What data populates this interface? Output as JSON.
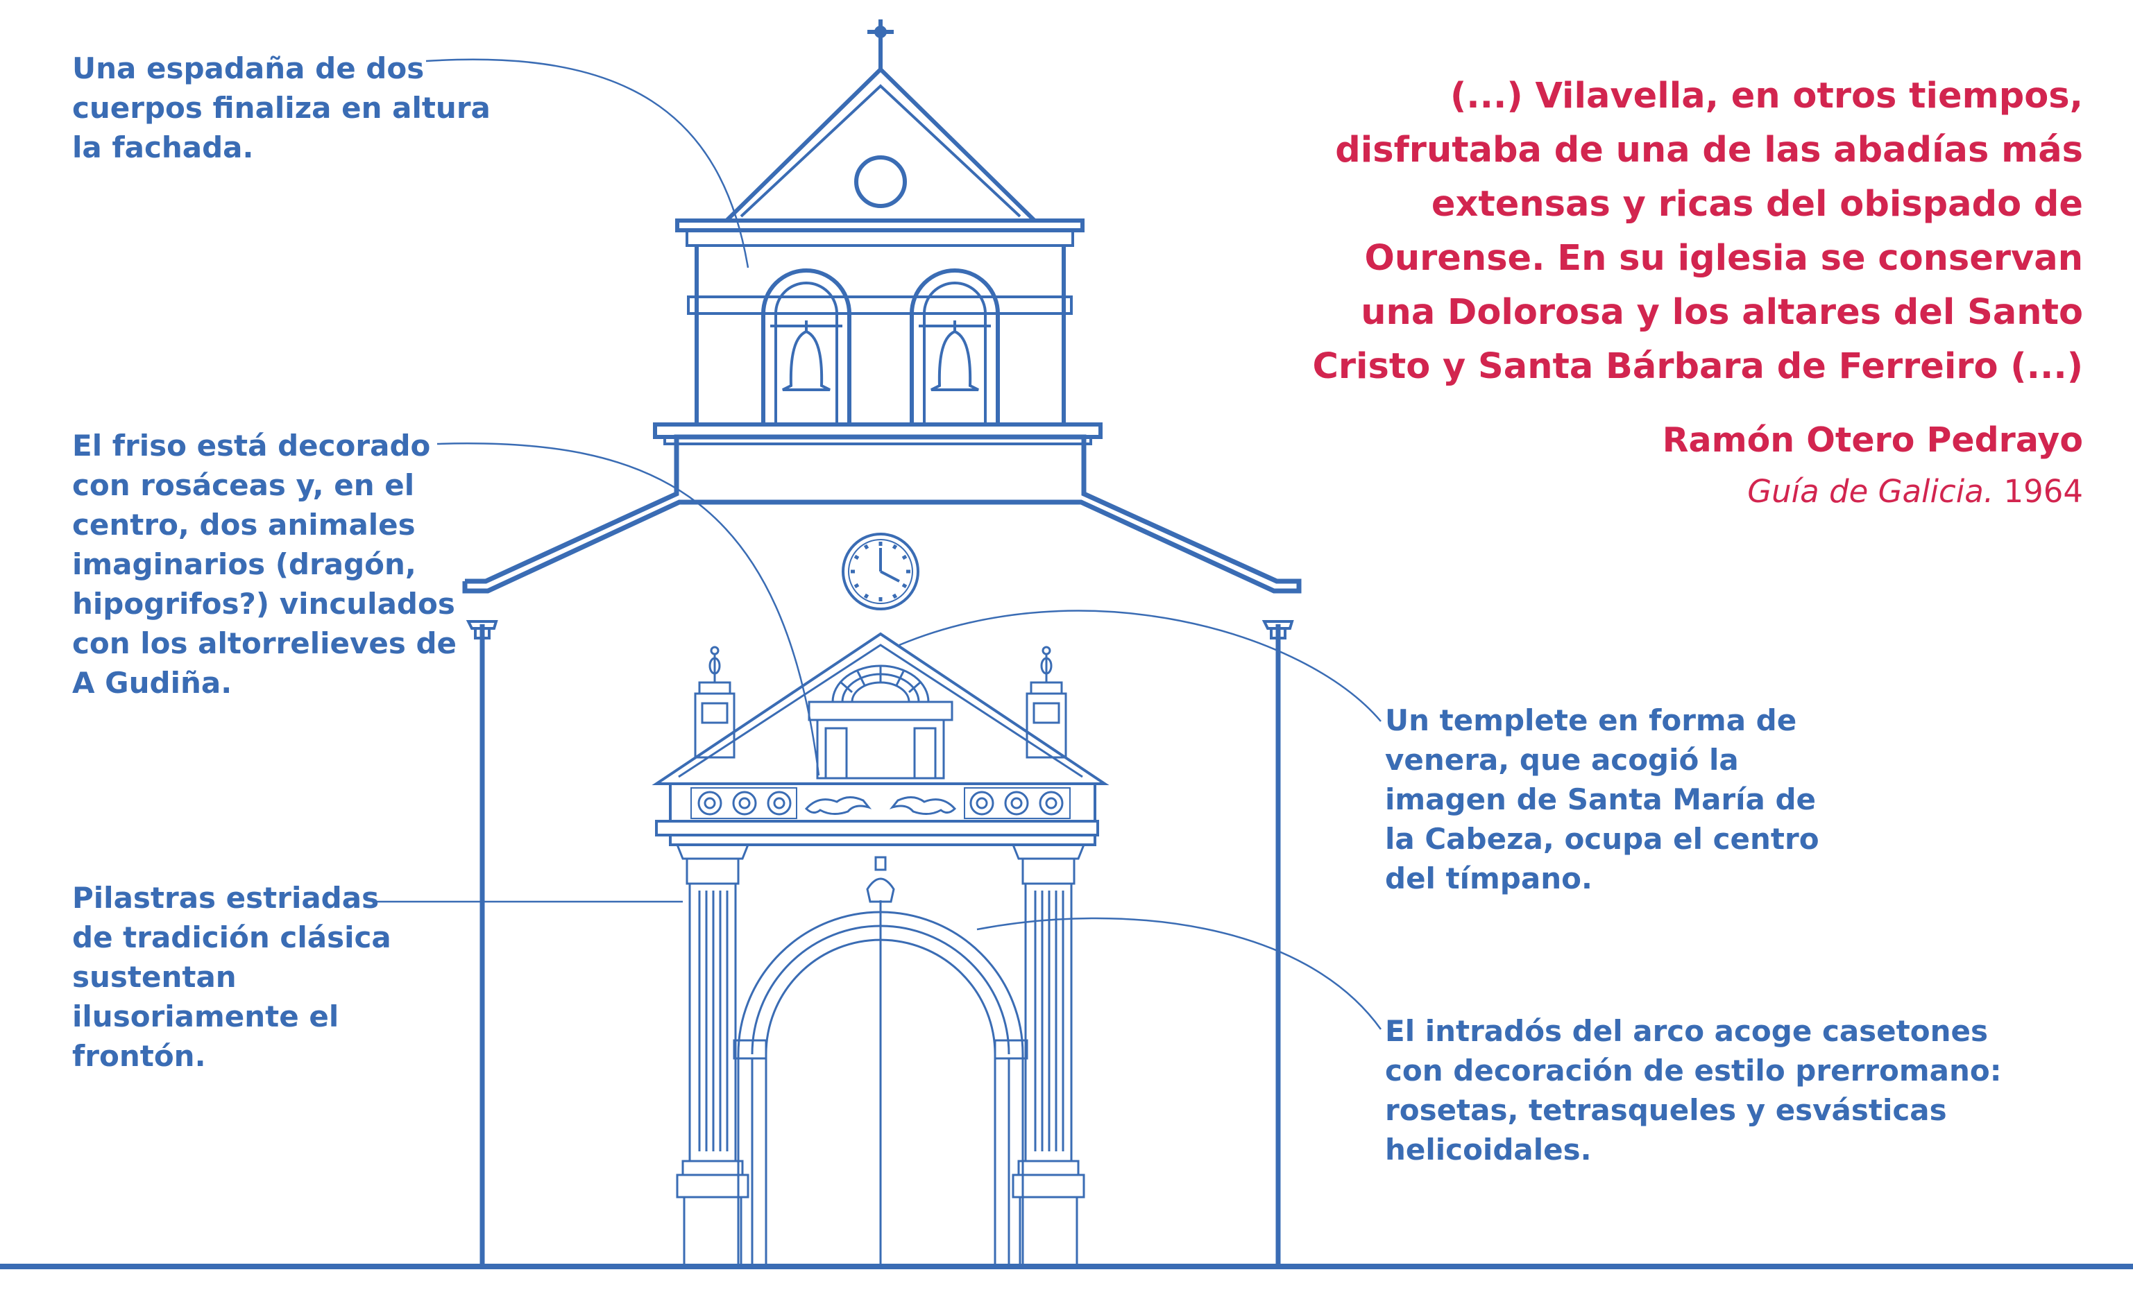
{
  "colors": {
    "line": "#3a6cb4",
    "annotation_text": "#3a6cb4",
    "quote_text": "#d2254f",
    "background": "#ffffff"
  },
  "annotations": [
    {
      "id": "espadana",
      "text": "Una espadaña de dos cuerpos finaliza en altura la fachada."
    },
    {
      "id": "friso",
      "text": "El friso está decorado con rosáceas y, en el centro, dos animales imaginarios (dragón, hipogrifos?) vinculados con los altorrelieves de A Gudiña."
    },
    {
      "id": "pilastras",
      "text": "Pilastras estriadas de tradición clásica sustentan ilusoriamente el frontón."
    },
    {
      "id": "templete",
      "text": "Un templete en forma de venera, que acogió la imagen de Santa María de la Cabeza, ocupa el centro del tímpano."
    },
    {
      "id": "intrados",
      "text": "El intradós del arco acoge casetones con decoración de estilo prerromano: rosetas, tetrasqueles y esvásticas helicoidales."
    }
  ],
  "quote": {
    "text": "(...) Vilavella, en otros tiempos, disfrutaba de una de las abadías más extensas y ricas del obispado de Ourense. En su iglesia se conservan una Dolorosa y los altares del Santo Cristo y Santa Bárbara de Ferreiro (...)",
    "author": "Ramón Otero Pedrayo",
    "source_title": "Guía de Galicia.",
    "source_year": "1964"
  }
}
